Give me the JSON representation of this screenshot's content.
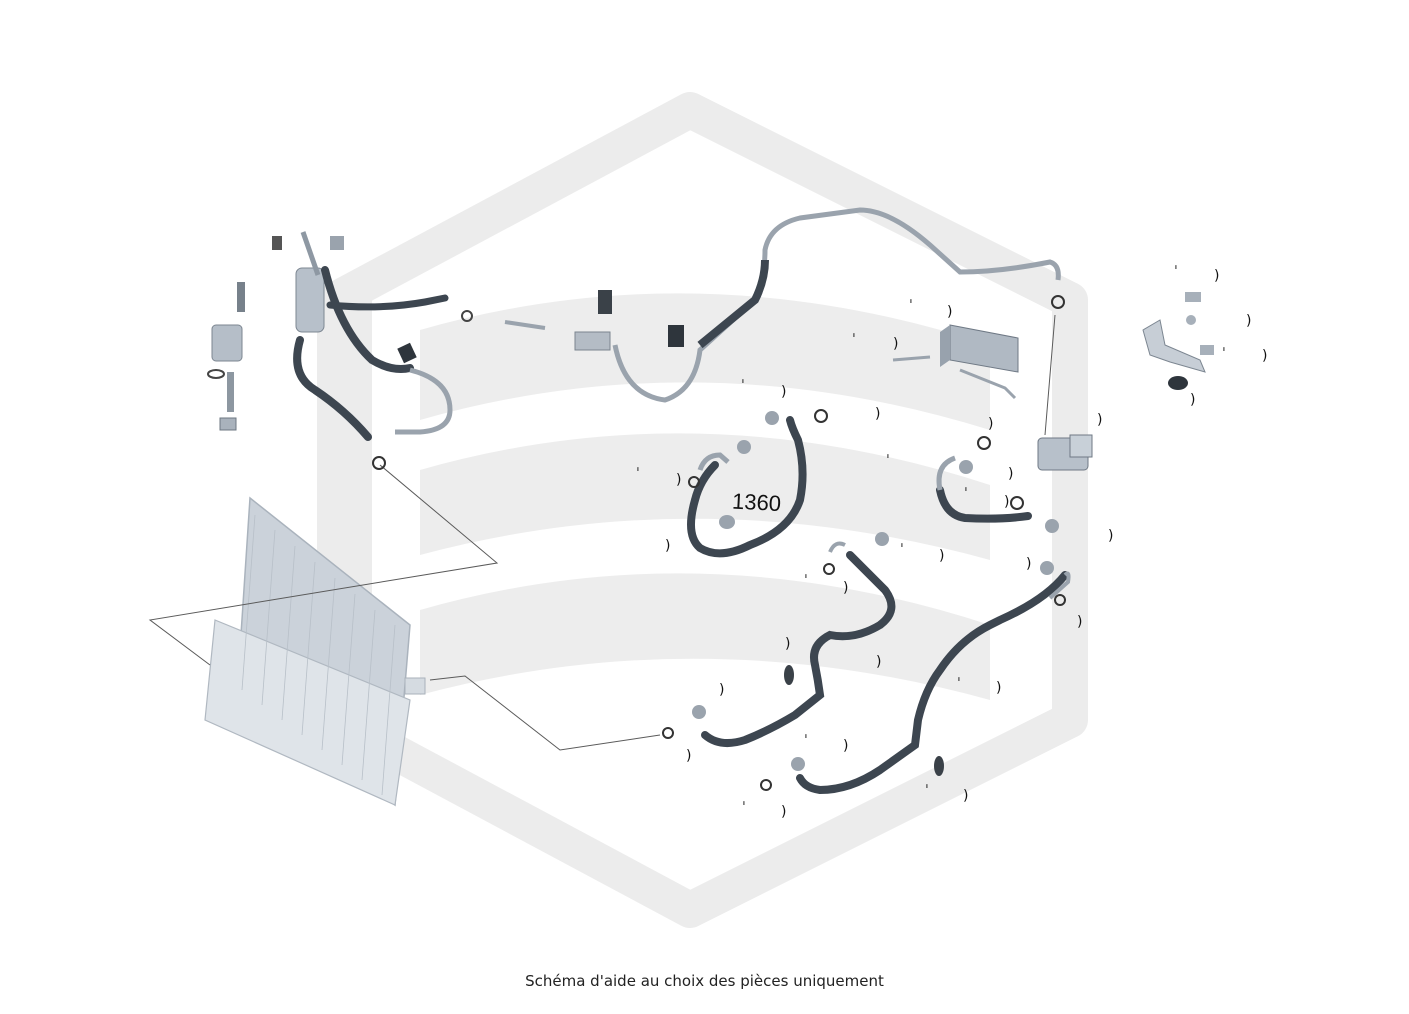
{
  "diagram": {
    "callout_label": "1360",
    "caption": "Schéma d'aide au choix des pièces uniquement"
  },
  "colors": {
    "watermark": "#e9e9e9",
    "hose": "#3d4650",
    "pipe": "#9aa3ad",
    "condenser": "#c7ced6",
    "leader": "#555555"
  },
  "icons": {
    "watermark": "brand-hexagon-logo",
    "parts": [
      "accumulator-dryer",
      "bracket",
      "bolt",
      "o-ring",
      "hose",
      "pipe",
      "expansion-valve",
      "oil-cooler",
      "condenser",
      "compressor-valve"
    ]
  }
}
